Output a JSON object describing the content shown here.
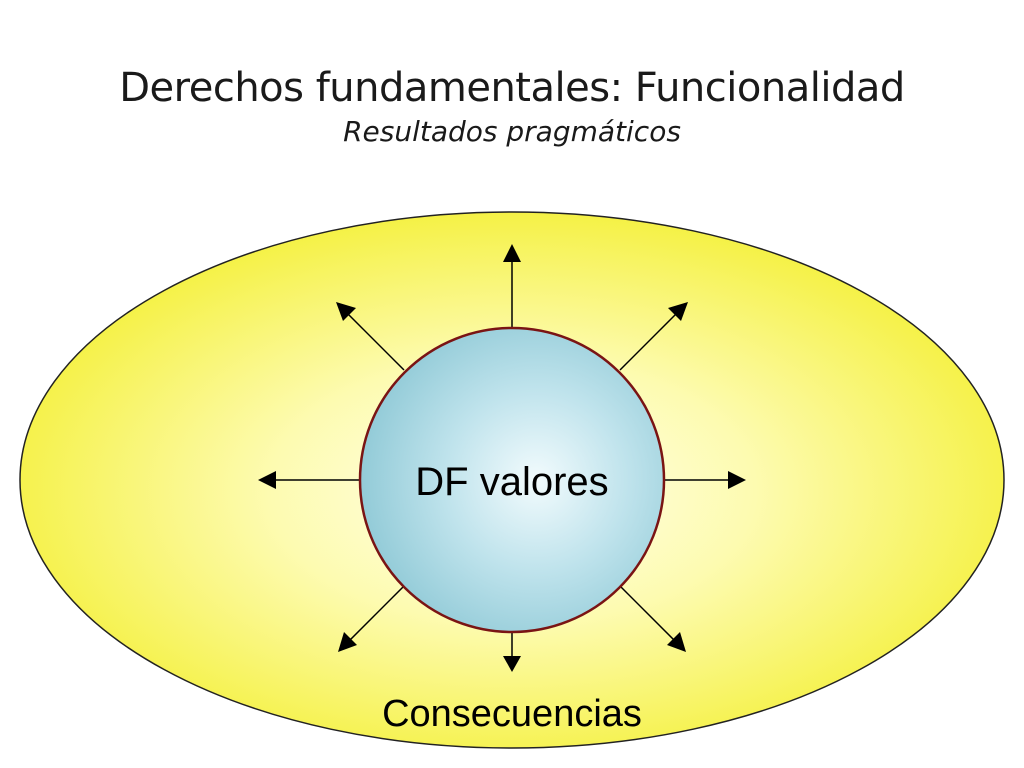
{
  "slide": {
    "title": "Derechos fundamentales: Funcionalidad",
    "subtitle": "Resultados pragmáticos"
  },
  "diagram": {
    "center_label": "DF valores",
    "outer_label": "Consecuencias",
    "colors": {
      "ellipse_edge": "#f4f03a",
      "ellipse_center": "#ffffee",
      "ellipse_stroke": "#222222",
      "circle_edge": "#8fc9d6",
      "circle_center": "#f2fbfd",
      "circle_stroke": "#7a1414",
      "arrow": "#000000"
    }
  }
}
